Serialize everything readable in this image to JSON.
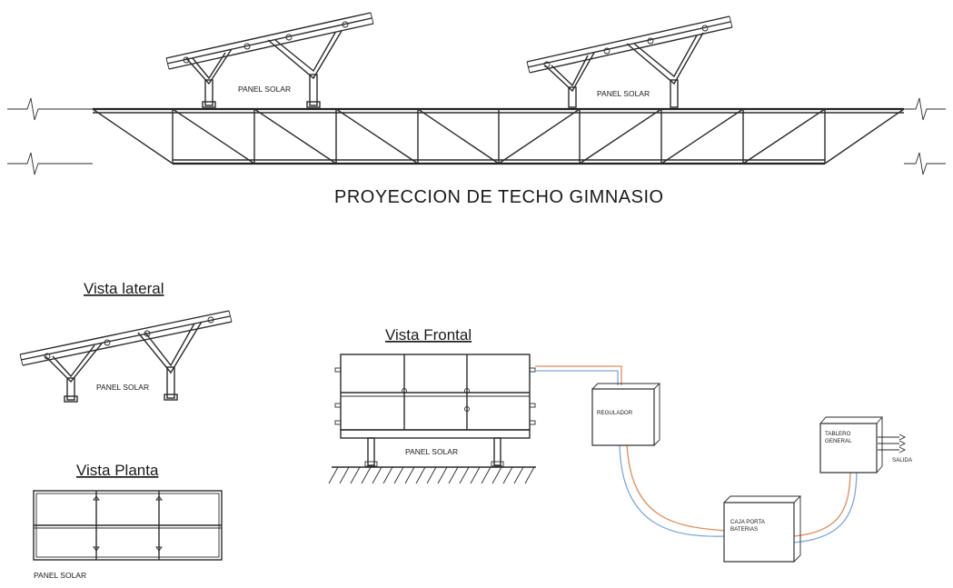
{
  "title": "PROYECCION DE TECHO GIMNASIO",
  "roof": {
    "panel_label_1": "PANEL SOLAR",
    "panel_label_2": "PANEL SOLAR"
  },
  "lateral": {
    "title": "Vista lateral",
    "panel_label": "PANEL SOLAR"
  },
  "planta": {
    "title": "Vista Planta",
    "panel_label": "PANEL SOLAR"
  },
  "frontal": {
    "title": "Vista Frontal",
    "panel_label": "PANEL SOLAR"
  },
  "components": {
    "regulador": "REGULADOR",
    "tablero": [
      "TABLERO",
      "GENERAL"
    ],
    "salida": "SALIDA",
    "caja": [
      "CAJA PORTA",
      "BATERIAS"
    ]
  },
  "colors": {
    "wire_positive": "#e08a5a",
    "wire_negative": "#7fa8d8",
    "line": "#2b2b2b"
  }
}
